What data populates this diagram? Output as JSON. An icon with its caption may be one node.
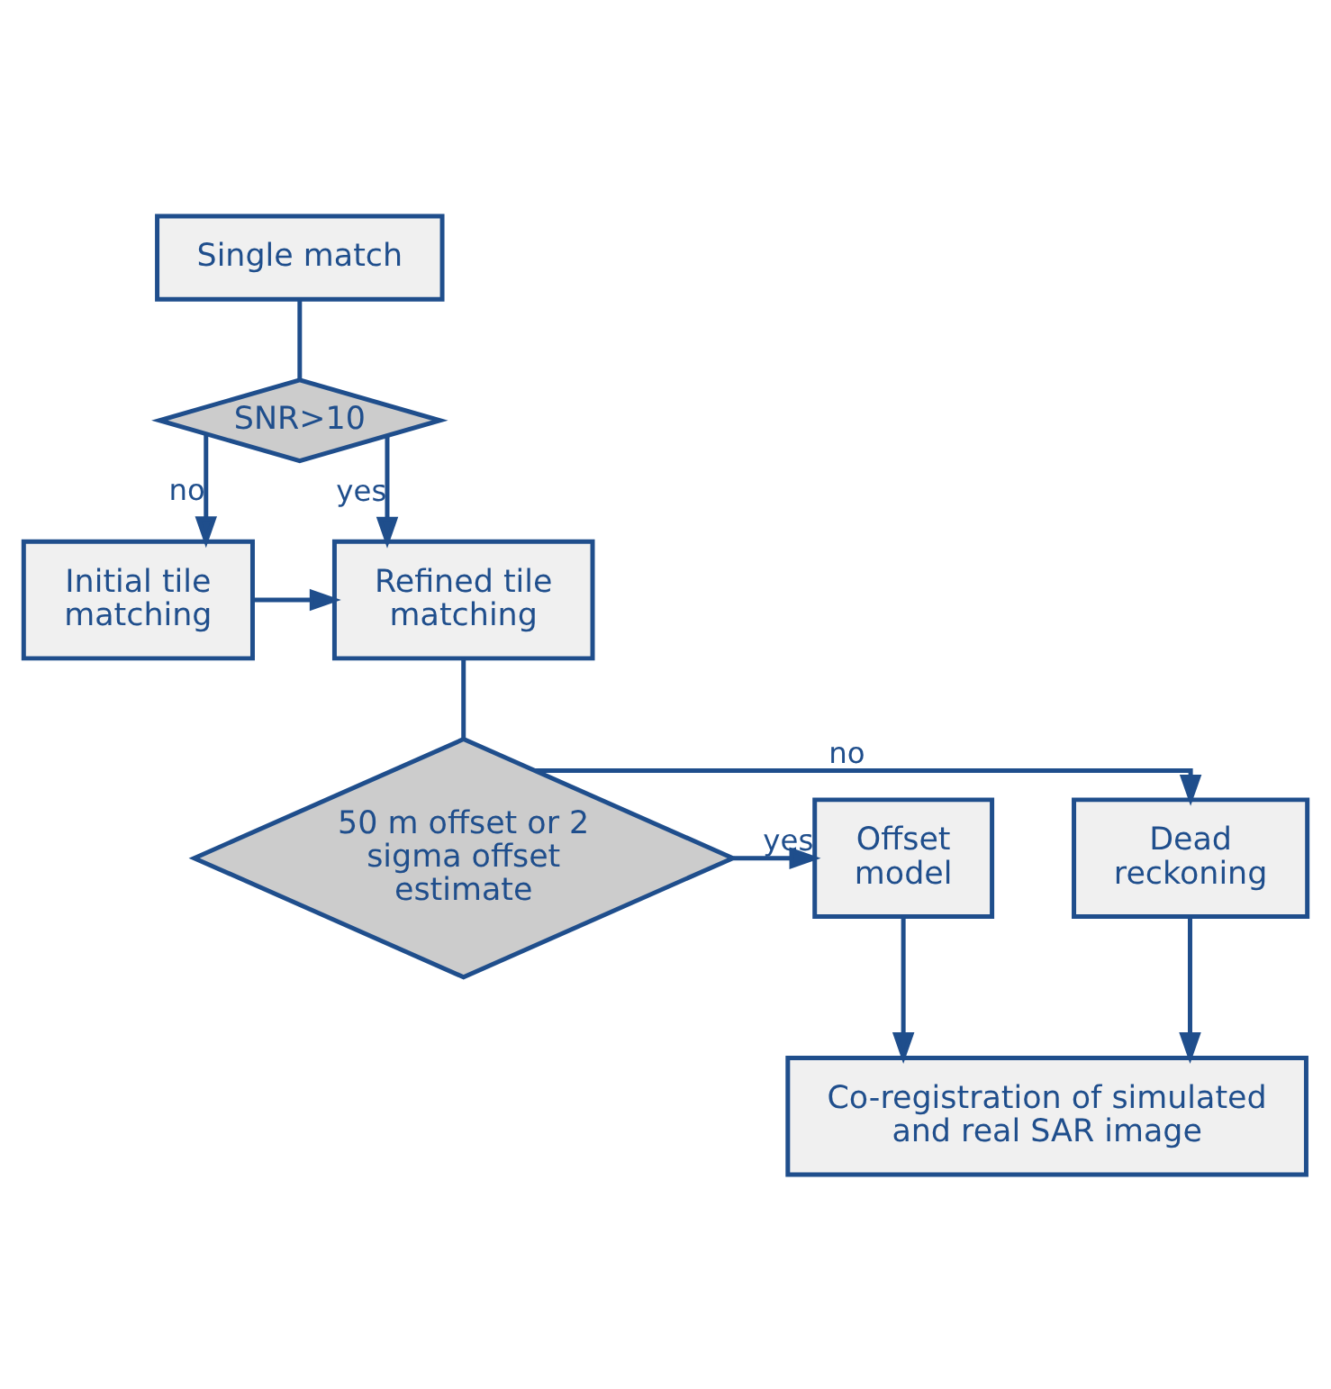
{
  "diagram": {
    "nodes": [
      {
        "text": [
          "Single match"
        ]
      },
      {
        "text": [
          "SNR>10"
        ]
      },
      {
        "text": [
          "Initial tile matching"
        ]
      },
      {
        "text": [
          "Refined tile matching"
        ]
      },
      {
        "text": [
          "50 m offset or 2 sigma offset estimate"
        ]
      },
      {
        "text": [
          "Dead reckoning"
        ]
      },
      {
        "text": [
          "Offset model"
        ]
      },
      {
        "text": [
          "Co-registration of simulated and real SAR image"
        ]
      }
    ],
    "edges": [
      {
        "from": 0,
        "to": 1,
        "arrow": "none"
      },
      {
        "from": 1,
        "to": 2,
        "arrow": "to",
        "label": "no"
      },
      {
        "from": 1,
        "to": 3,
        "arrow": "to",
        "label": "yes"
      },
      {
        "from": 2,
        "to": 3,
        "arrow": "to"
      },
      {
        "from": 3,
        "to": 4,
        "arrow": "none"
      },
      {
        "from": 4,
        "to": 5,
        "arrow": "to",
        "label": "no"
      },
      {
        "from": 4,
        "to": 6,
        "arrow": "to",
        "label": "yes"
      },
      {
        "from": 5,
        "to": 7,
        "arrow": "to"
      },
      {
        "from": 6,
        "to": 7,
        "arrow": "to"
      }
    ]
  }
}
